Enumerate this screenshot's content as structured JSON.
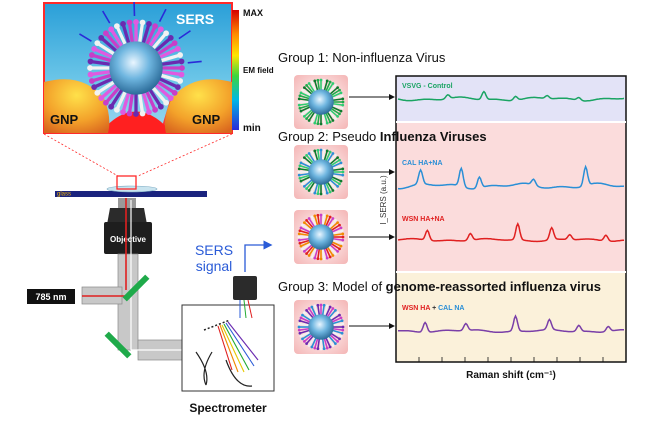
{
  "inset": {
    "sers_label": "SERS",
    "gnp_left": "GNP",
    "gnp_right": "GNP",
    "colorbar": {
      "max_label": "MAX",
      "field_label": "EM field",
      "min_label": "min"
    }
  },
  "setup": {
    "glass_label": "glass",
    "objective_label": "Objective",
    "laser_label": "785 nm",
    "sers_signal_line1": "SERS",
    "sers_signal_line2": "signal",
    "spectrometer_label": "Spectrometer"
  },
  "groups": [
    {
      "title": "Group 1: Non-influenza Virus",
      "title_bold": ""
    },
    {
      "title": "Group 2: Pseudo ",
      "title_bold": "Influenza Viruses"
    },
    {
      "title": "Group 3: Model of ",
      "title_bold": "genome-reassorted influenza virus"
    }
  ],
  "spectra": {
    "y_axis_label": "I_SERS (a.u.)",
    "x_axis_label": "Raman shift (cm⁻¹)",
    "traces": [
      {
        "label": "VSVG - Control",
        "color": "#1aa463",
        "label_parts": [
          {
            "text": "VSVG - Control",
            "color": "#1aa463"
          }
        ]
      },
      {
        "label": "CAL HA+NA",
        "color": "#2a8fd6",
        "label_parts": [
          {
            "text": "CAL HA+NA",
            "color": "#2a8fd6"
          }
        ]
      },
      {
        "label": "WSN HA+NA",
        "color": "#e02020",
        "label_parts": [
          {
            "text": "WSN HA+NA",
            "color": "#e02020"
          }
        ]
      },
      {
        "label": "WSN HA + CAL NA",
        "color": "#7a3fa8",
        "label_parts": [
          {
            "text": "WSN HA",
            "color": "#e02020"
          },
          {
            "text": " + ",
            "color": "#333333"
          },
          {
            "text": "CAL NA",
            "color": "#2a8fd6"
          }
        ]
      }
    ]
  },
  "colors": {
    "group1_band": "#e3e3f7",
    "group2_band": "#fbdcdc",
    "group3_band": "#fbf1da",
    "stage": "#1a237e",
    "laser_red": "#e02020",
    "arrow_blue": "#2a5bd7"
  }
}
